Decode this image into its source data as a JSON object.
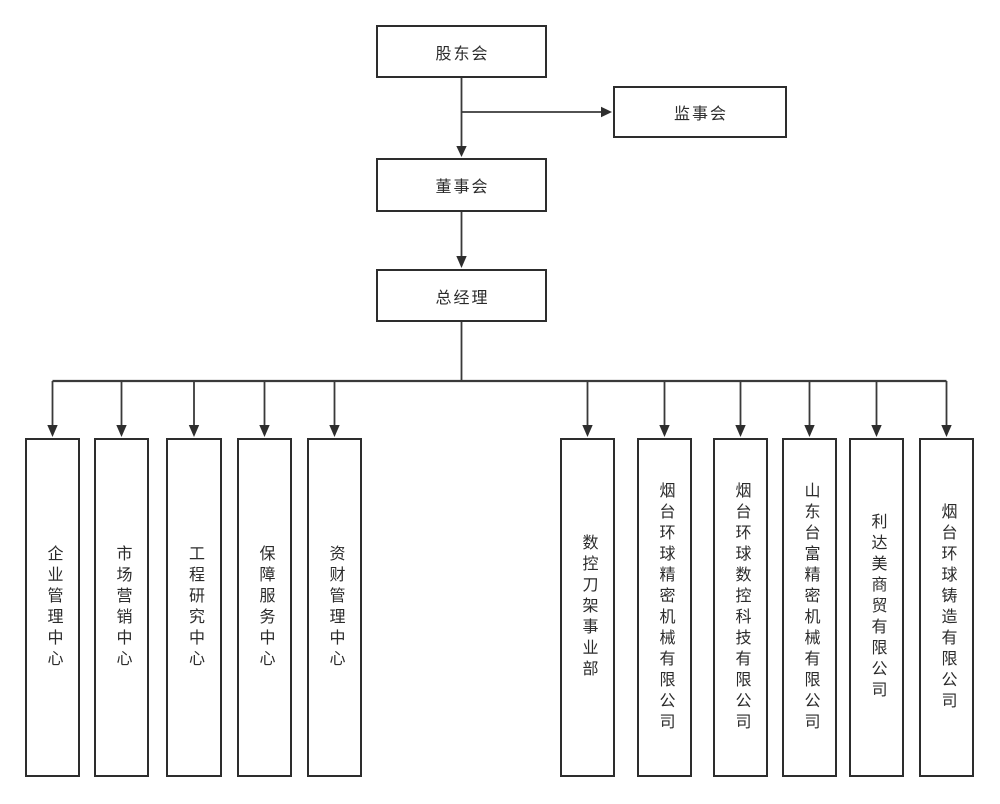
{
  "nodes": {
    "shareholders": "股东会",
    "supervisory_board": "监事会",
    "board_of_directors": "董事会",
    "general_manager": "总经理"
  },
  "units": [
    {
      "label": "企业管理中心"
    },
    {
      "label": "市场营销中心"
    },
    {
      "label": "工程研究中心"
    },
    {
      "label": "保障服务中心"
    },
    {
      "label": "资财管理中心"
    },
    {
      "label": "数控刀架事业部"
    },
    {
      "label": "烟台环球精密机械有限公司"
    },
    {
      "label": "烟台环球数控科技有限公司"
    },
    {
      "label": "山东台富精密机械有限公司"
    },
    {
      "label": "利达美商贸有限公司"
    },
    {
      "label": "烟台环球铸造有限公司"
    }
  ],
  "colors": {
    "background": "#ffffff",
    "line": "#3a3a3a",
    "border": "#2d2d2d",
    "text": "#2b2b2b"
  }
}
